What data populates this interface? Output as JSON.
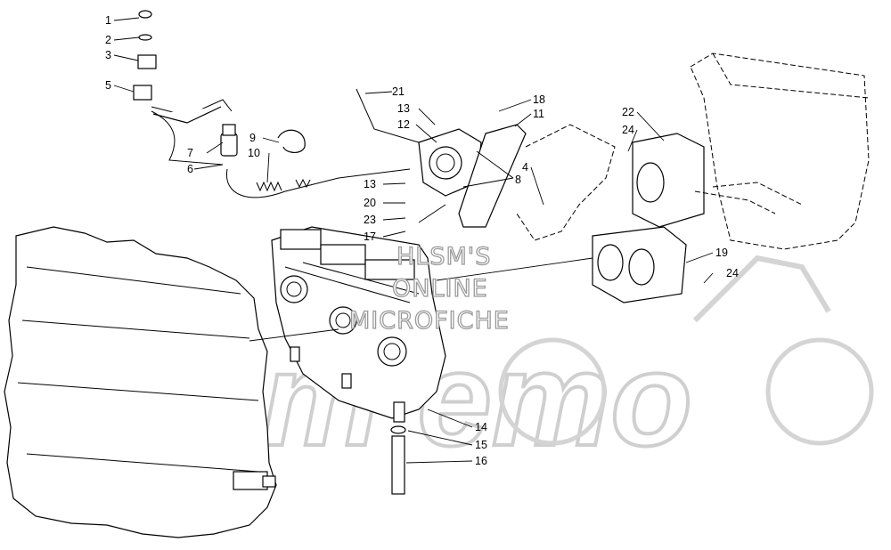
{
  "watermark": {
    "line1": "HLSM'S",
    "line2": "ONLINE",
    "line3": "MICROFICHE",
    "logo": "Aeim emo"
  },
  "callouts": [
    {
      "id": "c1",
      "label": "1"
    },
    {
      "id": "c2",
      "label": "2"
    },
    {
      "id": "c3",
      "label": "3"
    },
    {
      "id": "c5",
      "label": "5"
    },
    {
      "id": "c7",
      "label": "7"
    },
    {
      "id": "c6",
      "label": "6"
    },
    {
      "id": "c9",
      "label": "9"
    },
    {
      "id": "c10",
      "label": "10"
    },
    {
      "id": "c21",
      "label": "21"
    },
    {
      "id": "c13a",
      "label": "13"
    },
    {
      "id": "c12",
      "label": "12"
    },
    {
      "id": "c18",
      "label": "18"
    },
    {
      "id": "c11",
      "label": "11"
    },
    {
      "id": "c4",
      "label": "4"
    },
    {
      "id": "c8",
      "label": "8"
    },
    {
      "id": "c13b",
      "label": "13"
    },
    {
      "id": "c20",
      "label": "20"
    },
    {
      "id": "c23",
      "label": "23"
    },
    {
      "id": "c17",
      "label": "17"
    },
    {
      "id": "c22",
      "label": "22"
    },
    {
      "id": "c24a",
      "label": "24"
    },
    {
      "id": "c19",
      "label": "19"
    },
    {
      "id": "c24b",
      "label": "24"
    },
    {
      "id": "c14",
      "label": "14"
    },
    {
      "id": "c15",
      "label": "15"
    },
    {
      "id": "c16",
      "label": "16"
    }
  ]
}
